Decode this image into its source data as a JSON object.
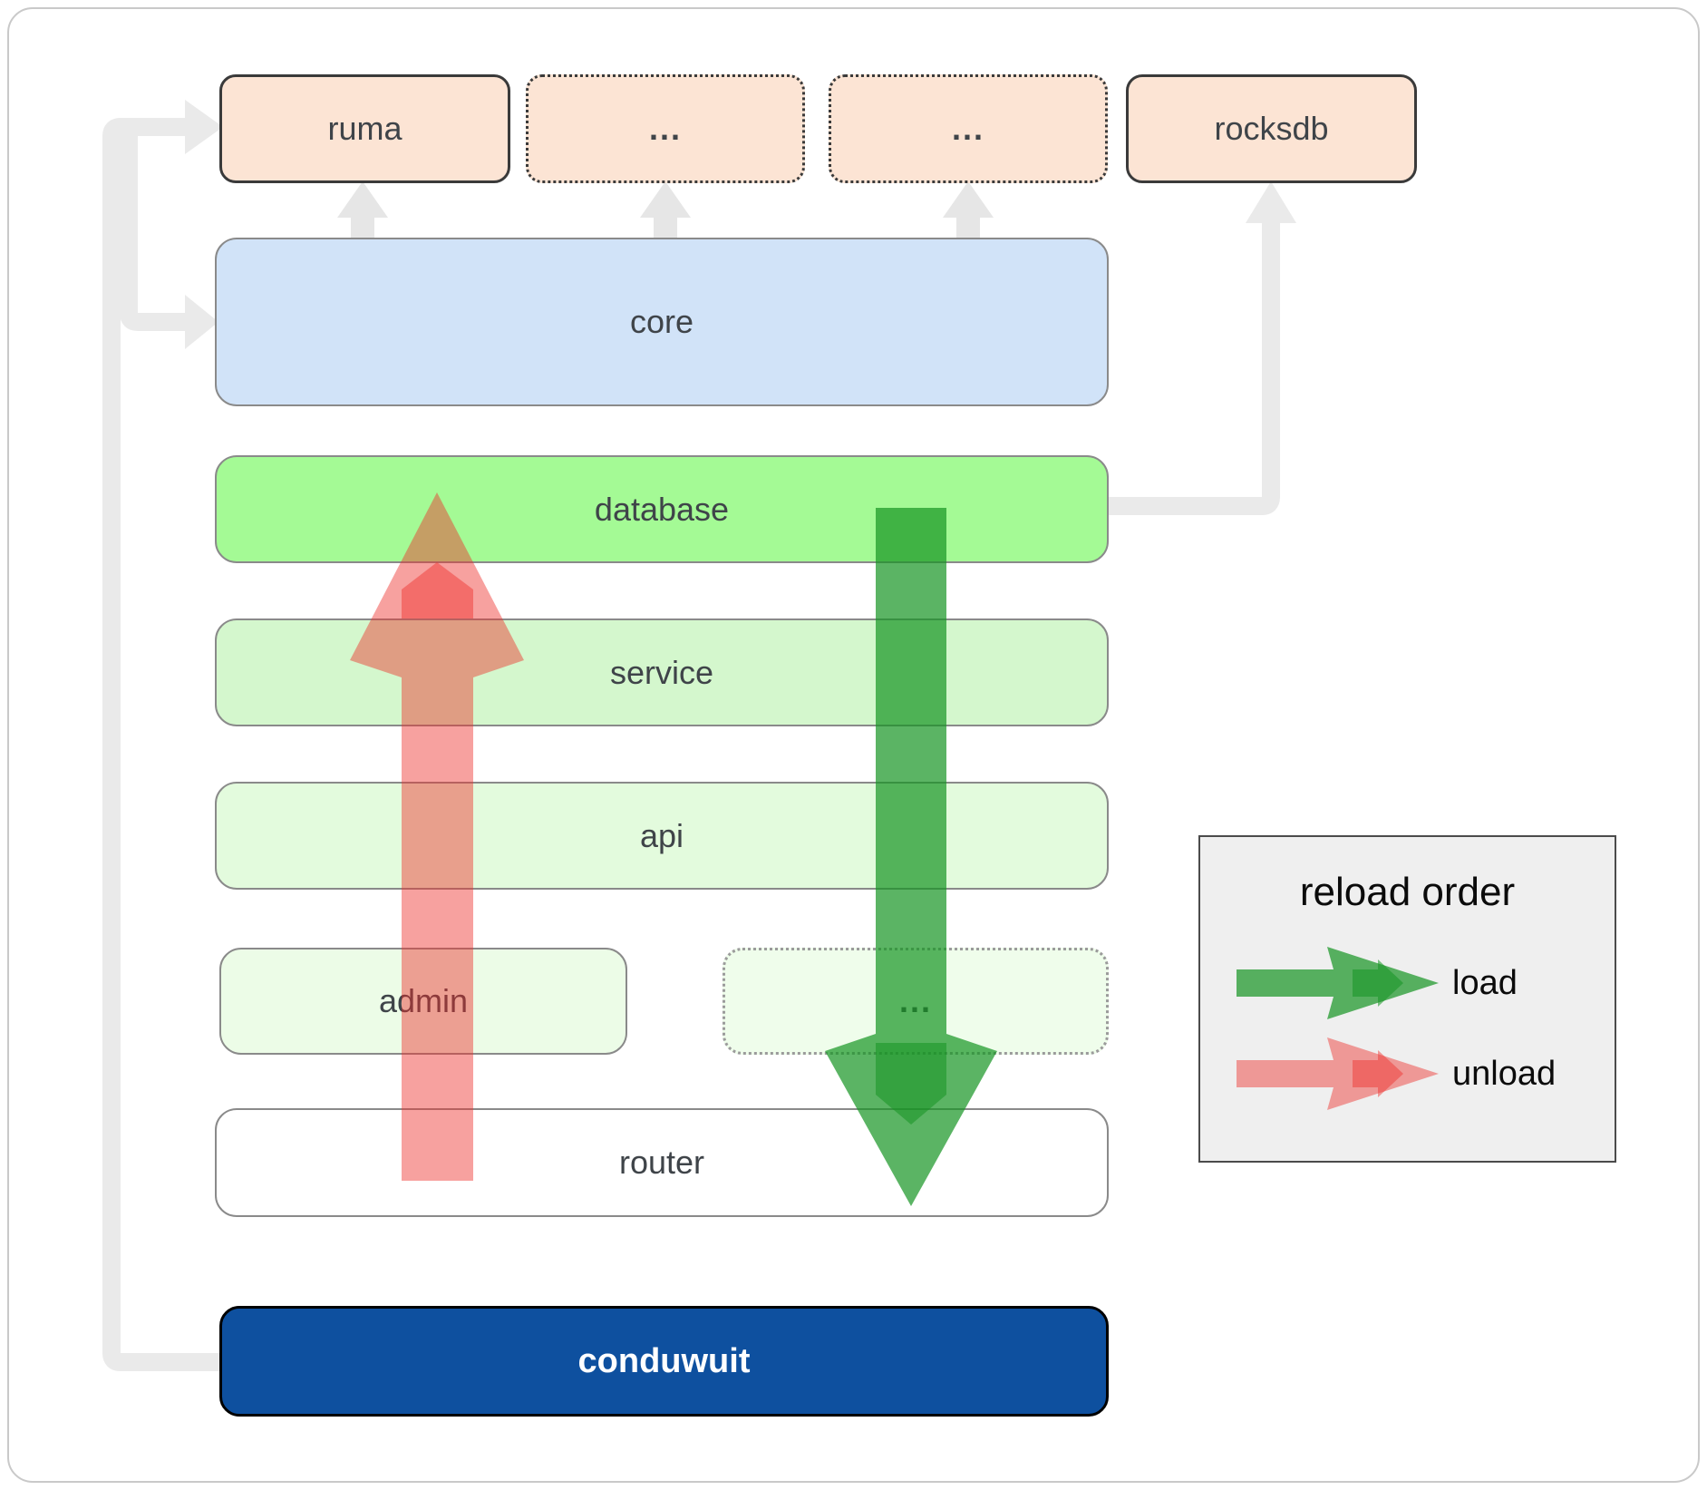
{
  "diagram": {
    "top_row": {
      "ruma": "ruma",
      "ellipsis_left": "...",
      "ellipsis_right": "...",
      "rocksdb": "rocksdb"
    },
    "layers": {
      "core": "core",
      "database": "database",
      "service": "service",
      "api": "api",
      "admin": "admin",
      "ellipsis": "...",
      "router": "router",
      "conduwuit": "conduwuit"
    }
  },
  "legend": {
    "title": "reload order",
    "items": [
      {
        "icon": "green-right-arrow-icon",
        "label": "load"
      },
      {
        "icon": "red-right-arrow-icon",
        "label": "unload"
      }
    ]
  },
  "colors": {
    "load_green": "#169422",
    "unload_red": "#ee2f2b",
    "conduwuit_blue": "#0e509f",
    "crate_peach": "#fce4d4",
    "core_blue": "#d1e3f8",
    "database_green": "#a4fa95",
    "service_green": "#d4f7cd",
    "api_green": "#e3fbdd",
    "admin_green": "#ecfce7",
    "router_white": "#ffffff",
    "connector_gray": "#eaeaea",
    "legend_bg": "#efefef"
  }
}
